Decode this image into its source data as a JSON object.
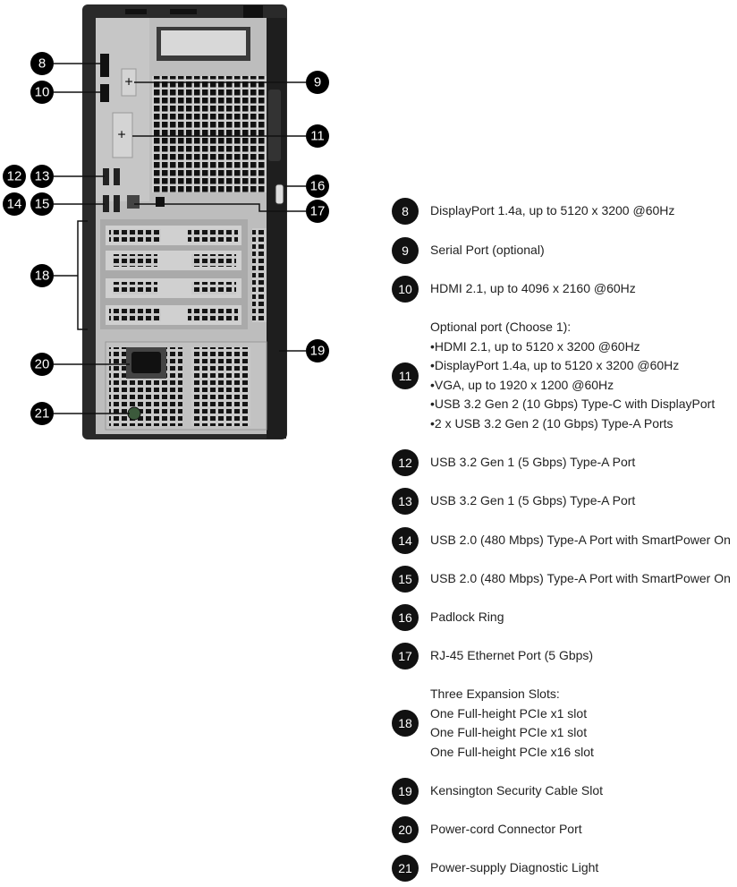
{
  "callouts": [
    "8",
    "9",
    "10",
    "11",
    "12",
    "13",
    "14",
    "15",
    "16",
    "17",
    "18",
    "19",
    "20",
    "21"
  ],
  "legend": [
    {
      "num": "8",
      "lines": [
        "DisplayPort 1.4a, up to 5120 x 3200 @60Hz"
      ]
    },
    {
      "num": "9",
      "lines": [
        "Serial Port (optional)"
      ]
    },
    {
      "num": "10",
      "lines": [
        "HDMI 2.1, up to 4096 x 2160 @60Hz"
      ]
    },
    {
      "num": "11",
      "lines": [
        "Optional port (Choose 1):",
        "•HDMI 2.1, up to 5120 x 3200 @60Hz",
        "•DisplayPort 1.4a, up to 5120 x 3200 @60Hz",
        "•VGA, up to 1920 x 1200 @60Hz",
        "•USB 3.2 Gen 2 (10 Gbps) Type-C with DisplayPort",
        "•2 x USB 3.2 Gen 2 (10 Gbps) Type-A Ports"
      ]
    },
    {
      "num": "12",
      "lines": [
        "USB 3.2 Gen 1 (5 Gbps) Type-A Port"
      ]
    },
    {
      "num": "13",
      "lines": [
        "USB 3.2 Gen 1 (5 Gbps) Type-A Port"
      ]
    },
    {
      "num": "14",
      "lines": [
        "USB 2.0 (480 Mbps) Type-A Port with SmartPower On"
      ]
    },
    {
      "num": "15",
      "lines": [
        "USB 2.0 (480 Mbps) Type-A Port with SmartPower On"
      ]
    },
    {
      "num": "16",
      "lines": [
        "Padlock Ring"
      ]
    },
    {
      "num": "17",
      "lines": [
        "RJ-45 Ethernet Port (5 Gbps)"
      ]
    },
    {
      "num": "18",
      "lines": [
        "Three Expansion Slots:",
        "One Full-height PCIe x1 slot",
        "One Full-height PCIe x1 slot",
        "One Full-height PCIe x16 slot"
      ]
    },
    {
      "num": "19",
      "lines": [
        "Kensington Security Cable Slot"
      ]
    },
    {
      "num": "20",
      "lines": [
        "Power-cord Connector Port"
      ]
    },
    {
      "num": "21",
      "lines": [
        "Power-supply Diagnostic Light"
      ]
    }
  ]
}
